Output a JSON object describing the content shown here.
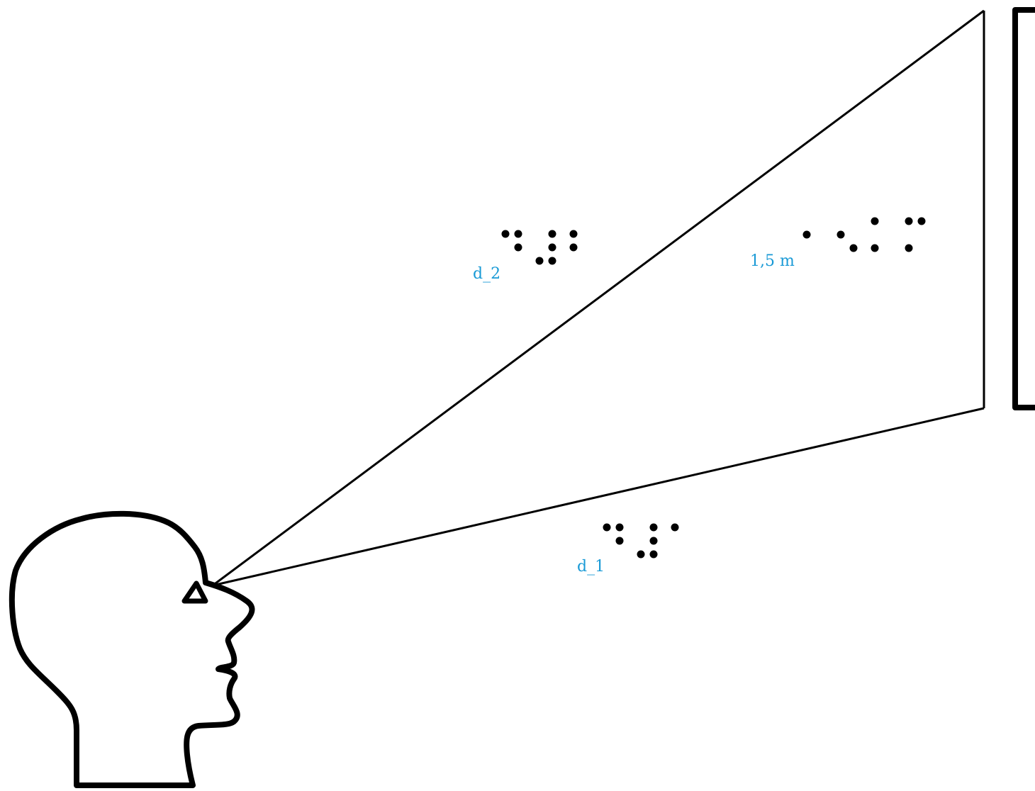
{
  "colors": {
    "stroke": "#000000",
    "label": "#1a9ad6",
    "braille_dot": "#000000"
  },
  "labels": {
    "d2": "d_2",
    "d1": "d_1",
    "height": "1,5 m"
  },
  "braille": {
    "d2": "⠙⠼⠃",
    "d1": "⠙⠼⠁",
    "height": "⠂⠢⠅⠍"
  },
  "figure": {
    "head_icon": "head-profile-icon",
    "eye_icon": "eye-triangle-icon",
    "screen_icon": "screen-bracket-icon"
  }
}
